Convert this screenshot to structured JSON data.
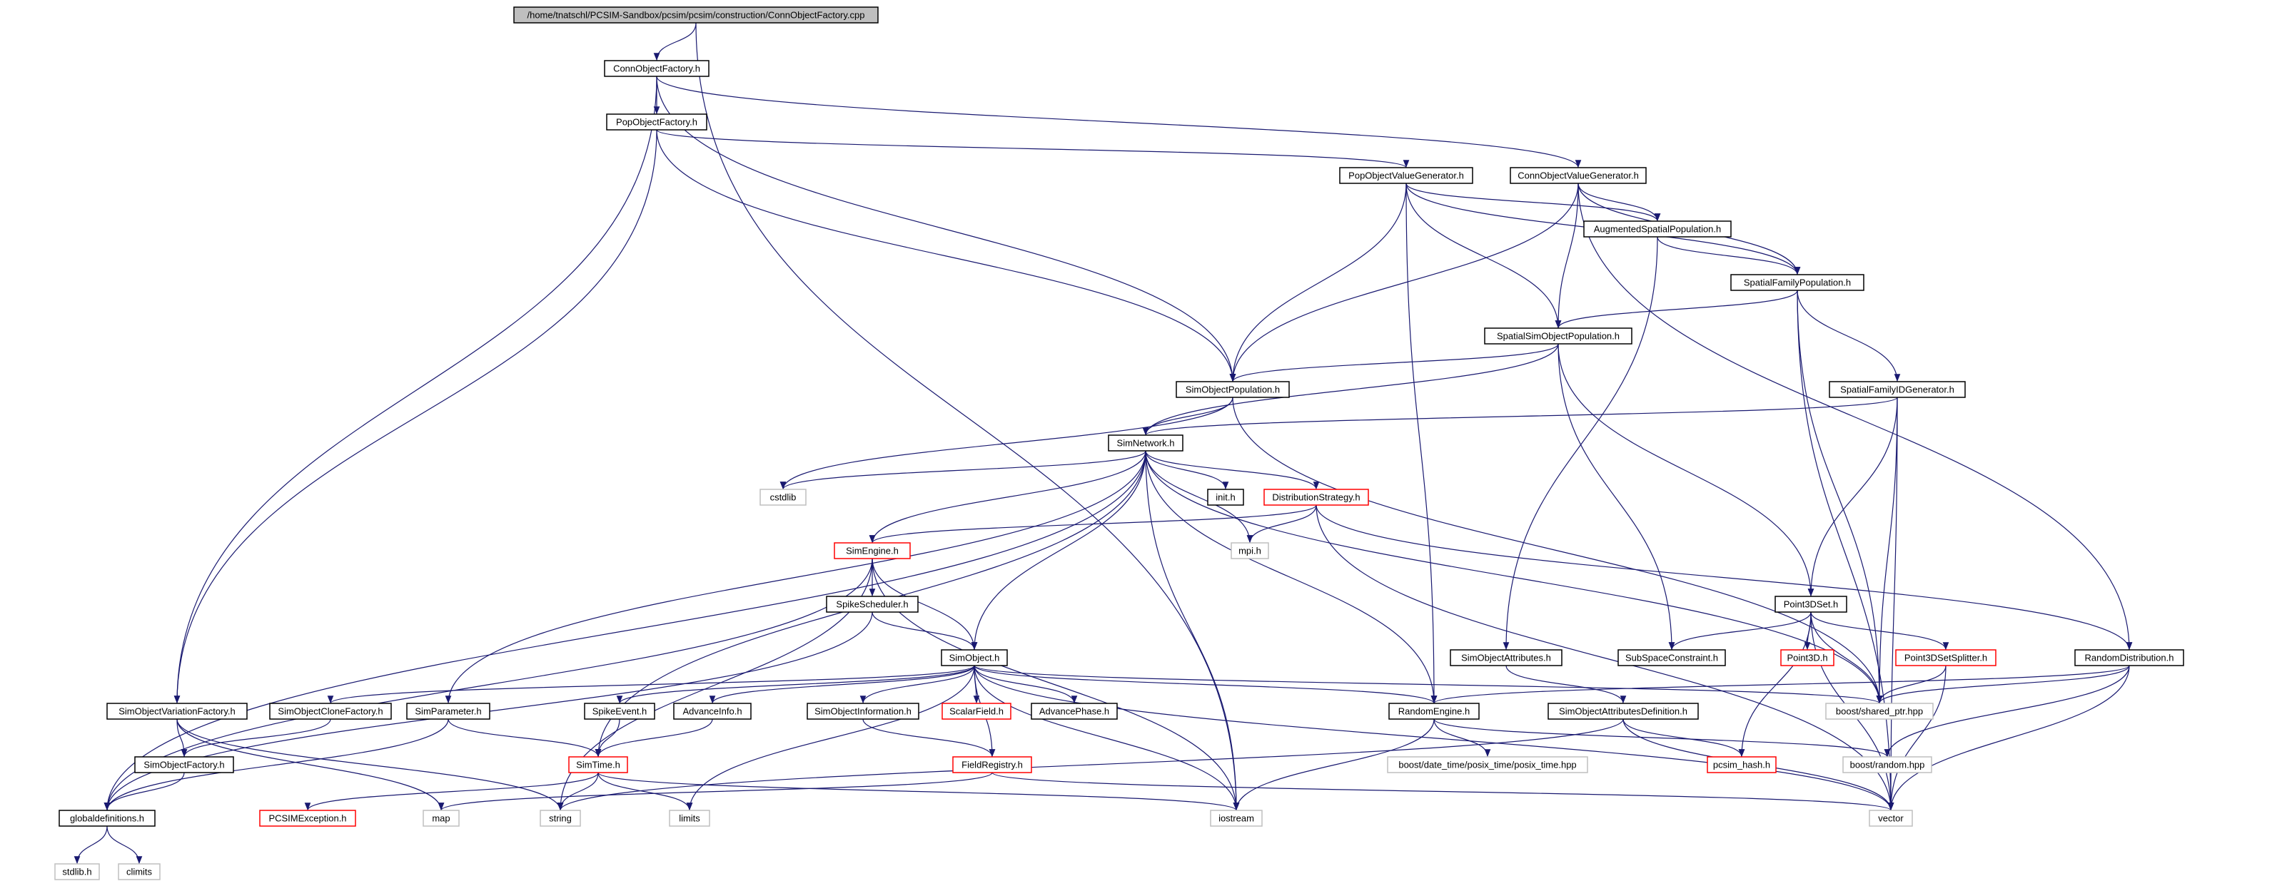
{
  "diagram": {
    "type": "include-dependency-graph",
    "colors": {
      "edge": "#191970",
      "root_fill": "#bfbfbf",
      "normal_border": "#000000",
      "incomplete_border": "#ff0000",
      "external_border": "#bfbfbf",
      "text": "#000000"
    },
    "nodes": [
      {
        "id": "root",
        "label": "/home/tnatschl/PCSIM-Sandbox/pcsim/pcsim/construction/ConnObjectFactory.cpp",
        "kind": "root"
      },
      {
        "id": "connobjectfactory",
        "label": "ConnObjectFactory.h",
        "kind": "normal"
      },
      {
        "id": "popobjectfactory",
        "label": "PopObjectFactory.h",
        "kind": "normal"
      },
      {
        "id": "popobjectvaluegenerator",
        "label": "PopObjectValueGenerator.h",
        "kind": "normal"
      },
      {
        "id": "connobjectvaluegenerator",
        "label": "ConnObjectValueGenerator.h",
        "kind": "normal"
      },
      {
        "id": "augmentedspatialpopulation",
        "label": "AugmentedSpatialPopulation.h",
        "kind": "normal"
      },
      {
        "id": "spatialfamilypopulation",
        "label": "SpatialFamilyPopulation.h",
        "kind": "normal"
      },
      {
        "id": "spatialsimobjectpopulation",
        "label": "SpatialSimObjectPopulation.h",
        "kind": "normal"
      },
      {
        "id": "simobjectpopulation",
        "label": "SimObjectPopulation.h",
        "kind": "normal"
      },
      {
        "id": "spatialfamilyidgenerator",
        "label": "SpatialFamilyIDGenerator.h",
        "kind": "normal"
      },
      {
        "id": "simnetwork",
        "label": "SimNetwork.h",
        "kind": "normal"
      },
      {
        "id": "cstdlib",
        "label": "cstdlib",
        "kind": "external"
      },
      {
        "id": "init",
        "label": "init.h",
        "kind": "normal"
      },
      {
        "id": "distributionstrategy",
        "label": "DistributionStrategy.h",
        "kind": "incomplete"
      },
      {
        "id": "mpi",
        "label": "mpi.h",
        "kind": "external"
      },
      {
        "id": "simengine",
        "label": "SimEngine.h",
        "kind": "incomplete"
      },
      {
        "id": "spikescheduler",
        "label": "SpikeScheduler.h",
        "kind": "normal"
      },
      {
        "id": "simobject",
        "label": "SimObject.h",
        "kind": "normal"
      },
      {
        "id": "point3dset",
        "label": "Point3DSet.h",
        "kind": "normal"
      },
      {
        "id": "subspaceconstraint",
        "label": "SubSpaceConstraint.h",
        "kind": "normal"
      },
      {
        "id": "point3d",
        "label": "Point3D.h",
        "kind": "incomplete"
      },
      {
        "id": "point3dsetsplitter",
        "label": "Point3DSetSplitter.h",
        "kind": "incomplete"
      },
      {
        "id": "randomdistribution",
        "label": "RandomDistribution.h",
        "kind": "normal"
      },
      {
        "id": "simobjectattributes",
        "label": "SimObjectAttributes.h",
        "kind": "normal"
      },
      {
        "id": "simobjectvariationfactory",
        "label": "SimObjectVariationFactory.h",
        "kind": "normal"
      },
      {
        "id": "simobjectclonefactory",
        "label": "SimObjectCloneFactory.h",
        "kind": "normal"
      },
      {
        "id": "simparameter",
        "label": "SimParameter.h",
        "kind": "normal"
      },
      {
        "id": "spikeevent",
        "label": "SpikeEvent.h",
        "kind": "normal"
      },
      {
        "id": "advanceinfo",
        "label": "AdvanceInfo.h",
        "kind": "normal"
      },
      {
        "id": "simobjectinformation",
        "label": "SimObjectInformation.h",
        "kind": "normal"
      },
      {
        "id": "scalarfield",
        "label": "ScalarField.h",
        "kind": "incomplete"
      },
      {
        "id": "advancephase",
        "label": "AdvancePhase.h",
        "kind": "normal"
      },
      {
        "id": "randomengine",
        "label": "RandomEngine.h",
        "kind": "normal"
      },
      {
        "id": "simobjectattributesdefinition",
        "label": "SimObjectAttributesDefinition.h",
        "kind": "normal"
      },
      {
        "id": "boost_shared_ptr",
        "label": "boost/shared_ptr.hpp",
        "kind": "external"
      },
      {
        "id": "simobjectfactory",
        "label": "SimObjectFactory.h",
        "kind": "normal"
      },
      {
        "id": "simtime",
        "label": "SimTime.h",
        "kind": "incomplete"
      },
      {
        "id": "fieldregistry",
        "label": "FieldRegistry.h",
        "kind": "incomplete"
      },
      {
        "id": "boost_posix_time",
        "label": "boost/date_time/posix_time/posix_time.hpp",
        "kind": "external"
      },
      {
        "id": "pcsim_hash",
        "label": "pcsim_hash.h",
        "kind": "incomplete"
      },
      {
        "id": "boost_random",
        "label": "boost/random.hpp",
        "kind": "external"
      },
      {
        "id": "globaldefinitions",
        "label": "globaldefinitions.h",
        "kind": "normal"
      },
      {
        "id": "pcsimexception",
        "label": "PCSIMException.h",
        "kind": "incomplete"
      },
      {
        "id": "map",
        "label": "map",
        "kind": "external"
      },
      {
        "id": "string",
        "label": "string",
        "kind": "external"
      },
      {
        "id": "limits",
        "label": "limits",
        "kind": "external"
      },
      {
        "id": "iostream",
        "label": "iostream",
        "kind": "external"
      },
      {
        "id": "vector",
        "label": "vector",
        "kind": "external"
      },
      {
        "id": "stdlib",
        "label": "stdlib.h",
        "kind": "external"
      },
      {
        "id": "climits",
        "label": "climits",
        "kind": "external"
      }
    ],
    "edges": [
      [
        "root",
        "connobjectfactory"
      ],
      [
        "root",
        "iostream"
      ],
      [
        "connobjectfactory",
        "popobjectfactory"
      ],
      [
        "connobjectfactory",
        "connobjectvaluegenerator"
      ],
      [
        "connobjectfactory",
        "simobjectpopulation"
      ],
      [
        "connobjectfactory",
        "simobjectvariationfactory"
      ],
      [
        "popobjectfactory",
        "popobjectvaluegenerator"
      ],
      [
        "popobjectfactory",
        "simobjectpopulation"
      ],
      [
        "popobjectfactory",
        "simobjectvariationfactory"
      ],
      [
        "popobjectvaluegenerator",
        "augmentedspatialpopulation"
      ],
      [
        "popobjectvaluegenerator",
        "spatialfamilypopulation"
      ],
      [
        "popobjectvaluegenerator",
        "spatialsimobjectpopulation"
      ],
      [
        "popobjectvaluegenerator",
        "simobjectpopulation"
      ],
      [
        "popobjectvaluegenerator",
        "randomengine"
      ],
      [
        "connobjectvaluegenerator",
        "augmentedspatialpopulation"
      ],
      [
        "connobjectvaluegenerator",
        "spatialfamilypopulation"
      ],
      [
        "connobjectvaluegenerator",
        "spatialsimobjectpopulation"
      ],
      [
        "connobjectvaluegenerator",
        "simobjectpopulation"
      ],
      [
        "connobjectvaluegenerator",
        "randomdistribution"
      ],
      [
        "augmentedspatialpopulation",
        "spatialfamilypopulation"
      ],
      [
        "augmentedspatialpopulation",
        "simobjectattributes"
      ],
      [
        "spatialfamilypopulation",
        "spatialsimobjectpopulation"
      ],
      [
        "spatialfamilypopulation",
        "spatialfamilyidgenerator"
      ],
      [
        "spatialfamilypopulation",
        "boost_shared_ptr"
      ],
      [
        "spatialfamilypopulation",
        "vector"
      ],
      [
        "spatialsimobjectpopulation",
        "simobjectpopulation"
      ],
      [
        "spatialsimobjectpopulation",
        "simnetwork"
      ],
      [
        "spatialsimobjectpopulation",
        "point3dset"
      ],
      [
        "spatialsimobjectpopulation",
        "subspaceconstraint"
      ],
      [
        "simobjectpopulation",
        "simnetwork"
      ],
      [
        "simobjectpopulation",
        "cstdlib"
      ],
      [
        "simobjectpopulation",
        "boost_shared_ptr"
      ],
      [
        "spatialfamilyidgenerator",
        "simnetwork"
      ],
      [
        "spatialfamilyidgenerator",
        "point3dset"
      ],
      [
        "spatialfamilyidgenerator",
        "boost_shared_ptr"
      ],
      [
        "spatialfamilyidgenerator",
        "vector"
      ],
      [
        "simnetwork",
        "cstdlib"
      ],
      [
        "simnetwork",
        "init"
      ],
      [
        "simnetwork",
        "distributionstrategy"
      ],
      [
        "simnetwork",
        "mpi"
      ],
      [
        "simnetwork",
        "simengine"
      ],
      [
        "simnetwork",
        "simobject"
      ],
      [
        "simnetwork",
        "simparameter"
      ],
      [
        "simnetwork",
        "randomengine"
      ],
      [
        "simnetwork",
        "simtime"
      ],
      [
        "simnetwork",
        "iostream"
      ],
      [
        "simnetwork",
        "boost_shared_ptr"
      ],
      [
        "simnetwork",
        "globaldefinitions"
      ],
      [
        "distributionstrategy",
        "mpi"
      ],
      [
        "distributionstrategy",
        "simengine"
      ],
      [
        "distributionstrategy",
        "randomdistribution"
      ],
      [
        "distributionstrategy",
        "vector"
      ],
      [
        "simengine",
        "spikescheduler"
      ],
      [
        "simengine",
        "simobject"
      ],
      [
        "simengine",
        "string"
      ],
      [
        "simengine",
        "iostream"
      ],
      [
        "simengine",
        "globaldefinitions"
      ],
      [
        "spikescheduler",
        "simobject"
      ],
      [
        "spikescheduler",
        "globaldefinitions"
      ],
      [
        "simobject",
        "simobjectclonefactory"
      ],
      [
        "simobject",
        "spikeevent"
      ],
      [
        "simobject",
        "advanceinfo"
      ],
      [
        "simobject",
        "simobjectinformation"
      ],
      [
        "simobject",
        "scalarfield"
      ],
      [
        "simobject",
        "advancephase"
      ],
      [
        "simobject",
        "randomengine"
      ],
      [
        "simobject",
        "fieldregistry"
      ],
      [
        "simobject",
        "boost_shared_ptr"
      ],
      [
        "simobject",
        "limits"
      ],
      [
        "simobject",
        "iostream"
      ],
      [
        "simobject",
        "vector"
      ],
      [
        "point3dset",
        "subspaceconstraint"
      ],
      [
        "point3dset",
        "point3d"
      ],
      [
        "point3dset",
        "point3dsetsplitter"
      ],
      [
        "point3dset",
        "boost_shared_ptr"
      ],
      [
        "point3dset",
        "pcsim_hash"
      ],
      [
        "point3dset",
        "vector"
      ],
      [
        "point3dsetsplitter",
        "boost_shared_ptr"
      ],
      [
        "point3dsetsplitter",
        "vector"
      ],
      [
        "randomdistribution",
        "randomengine"
      ],
      [
        "randomdistribution",
        "boost_shared_ptr"
      ],
      [
        "randomdistribution",
        "boost_random"
      ],
      [
        "randomdistribution",
        "vector"
      ],
      [
        "simobjectattributes",
        "simobjectattributesdefinition"
      ],
      [
        "simobjectattributesdefinition",
        "pcsim_hash"
      ],
      [
        "simobjectattributesdefinition",
        "vector"
      ],
      [
        "simobjectattributesdefinition",
        "string"
      ],
      [
        "simobjectvariationfactory",
        "simobjectfactory"
      ],
      [
        "simobjectvariationfactory",
        "map"
      ],
      [
        "simobjectvariationfactory",
        "string"
      ],
      [
        "simobjectclonefactory",
        "simobjectfactory"
      ],
      [
        "simparameter",
        "simtime"
      ],
      [
        "simparameter",
        "globaldefinitions"
      ],
      [
        "spikeevent",
        "simtime"
      ],
      [
        "advanceinfo",
        "simtime"
      ],
      [
        "simobjectinformation",
        "fieldregistry"
      ],
      [
        "randomengine",
        "boost_posix_time"
      ],
      [
        "randomengine",
        "boost_random"
      ],
      [
        "randomengine",
        "iostream"
      ],
      [
        "simobjectfactory",
        "globaldefinitions"
      ],
      [
        "simtime",
        "pcsimexception"
      ],
      [
        "simtime",
        "string"
      ],
      [
        "simtime",
        "limits"
      ],
      [
        "simtime",
        "iostream"
      ],
      [
        "fieldregistry",
        "map"
      ],
      [
        "fieldregistry",
        "vector"
      ],
      [
        "globaldefinitions",
        "stdlib"
      ],
      [
        "globaldefinitions",
        "climits"
      ]
    ]
  }
}
